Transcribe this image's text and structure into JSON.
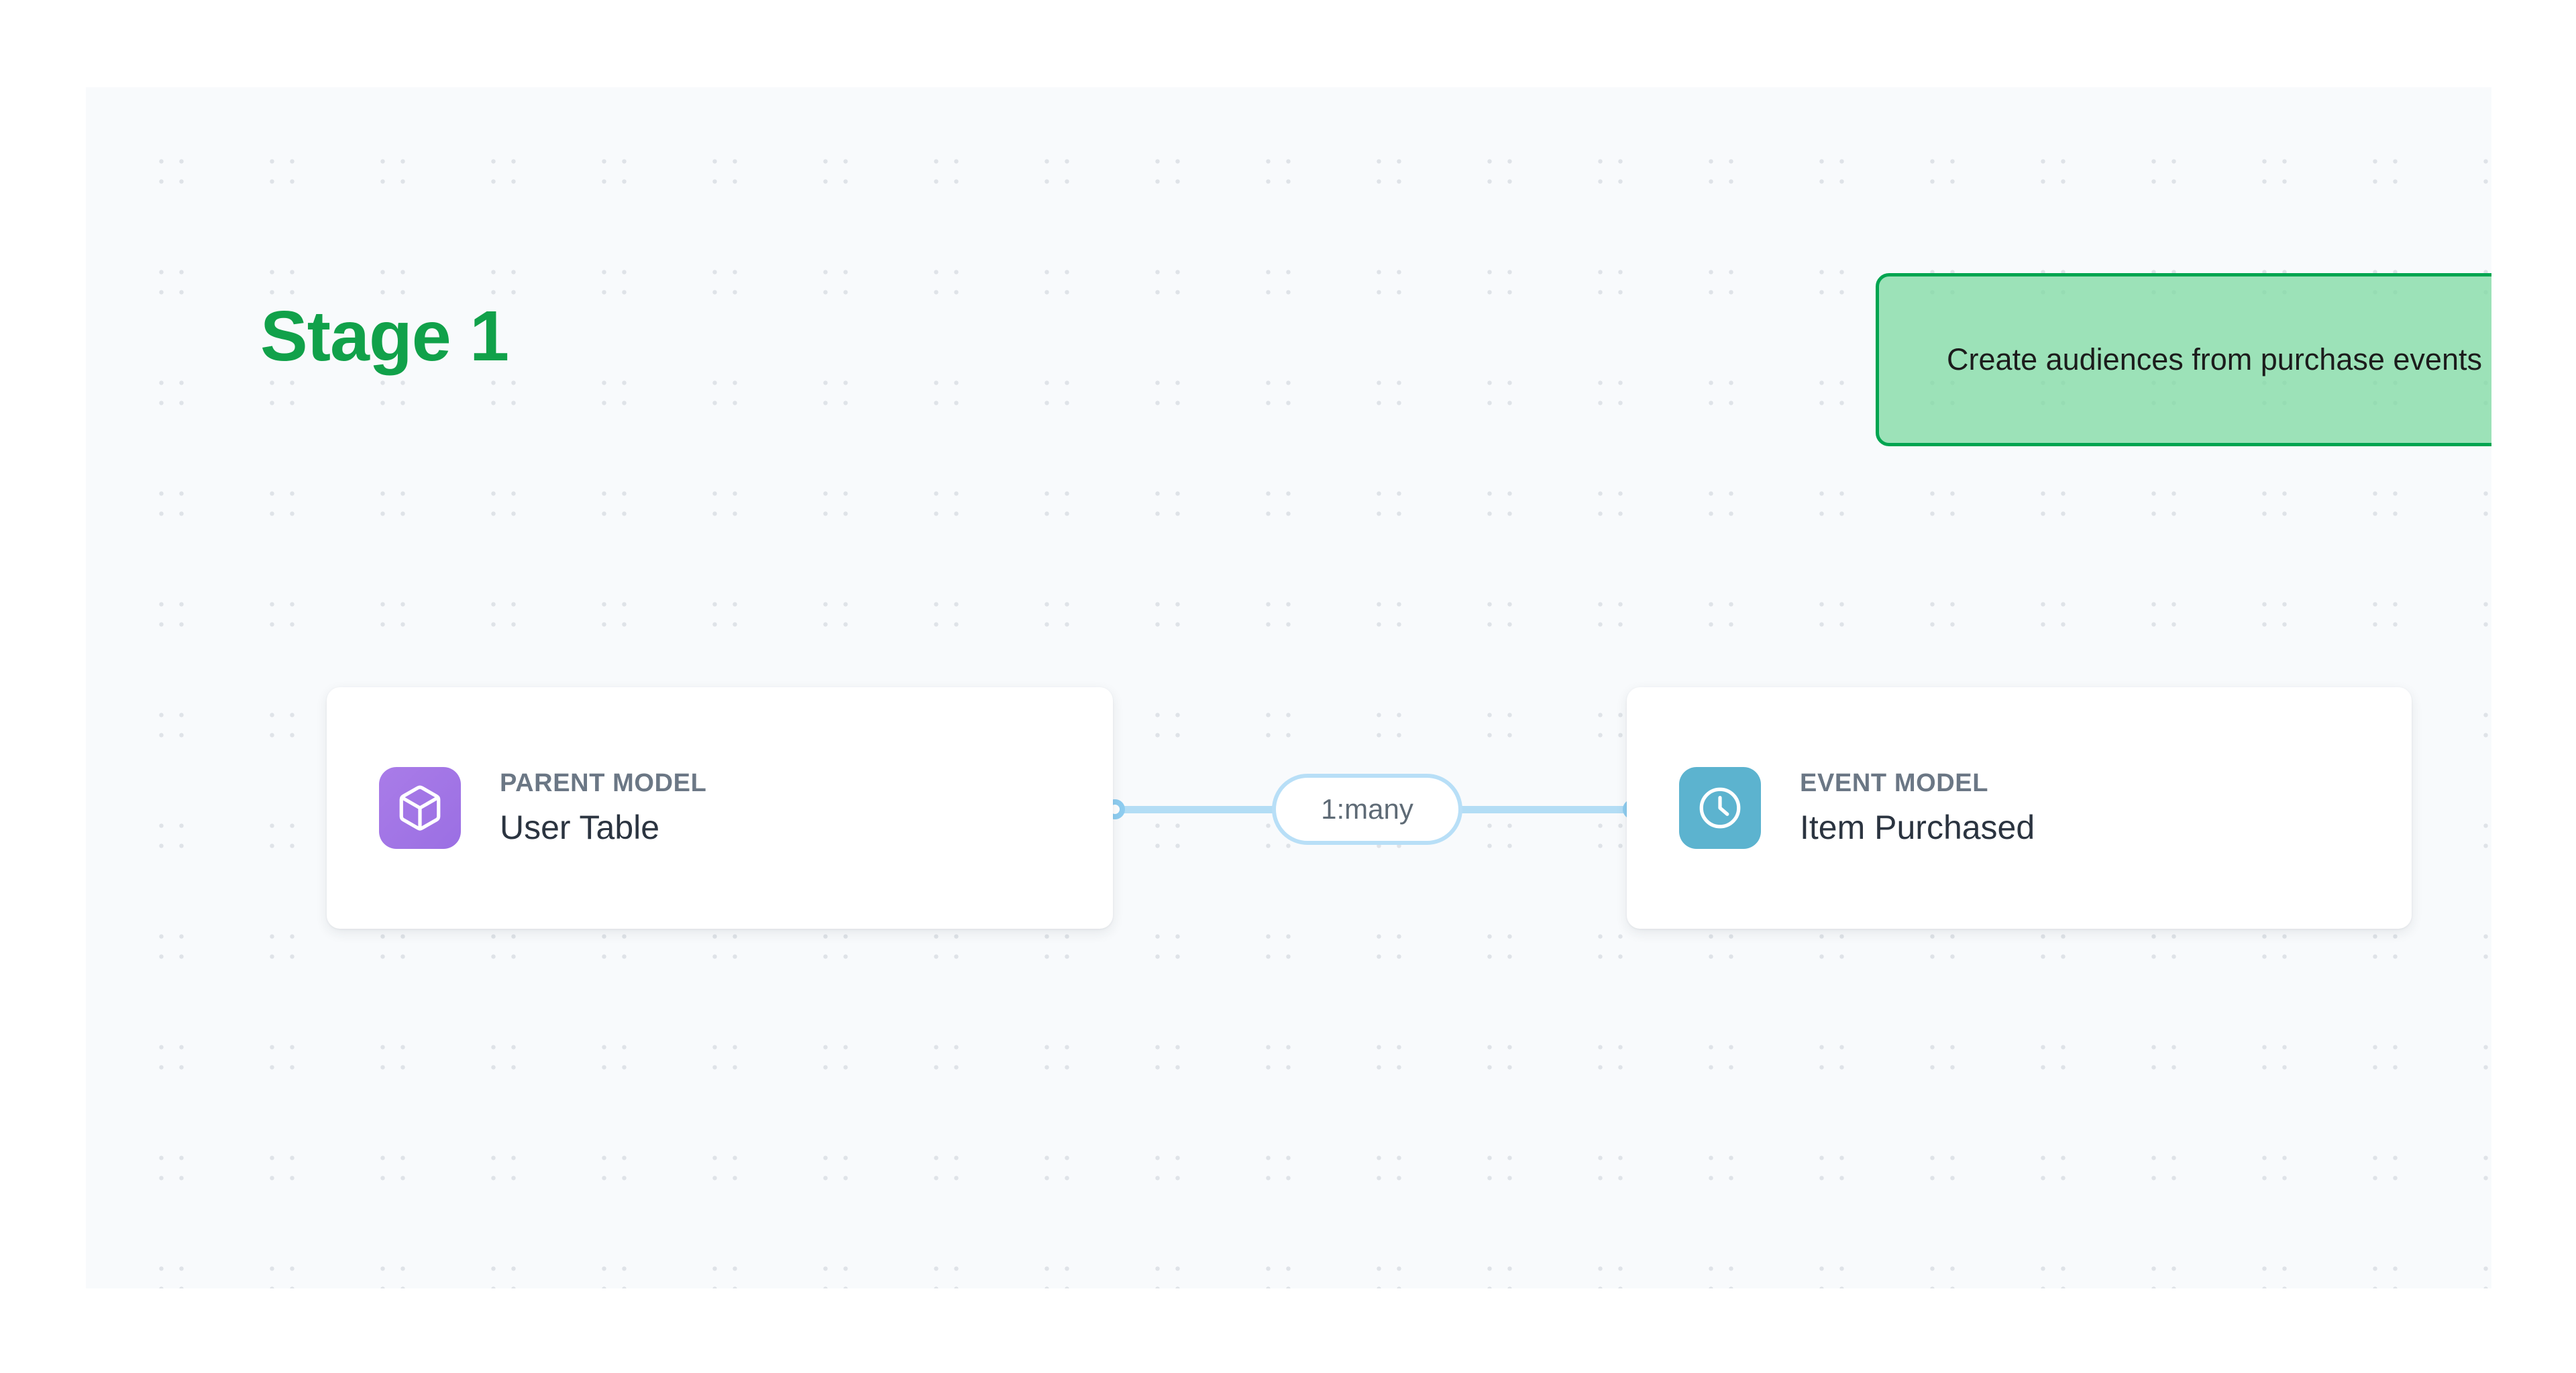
{
  "stage": {
    "title": "Stage 1",
    "title_color": "#11a14a"
  },
  "annotation": {
    "text": "Create audiences from purchase events",
    "fill_color": "#8fd9ab",
    "border_color": "#00a550"
  },
  "diagram": {
    "nodes": [
      {
        "id": "parent",
        "kicker": "PARENT MODEL",
        "title": "User Table",
        "icon": "cube-icon",
        "icon_color": "#9b6fe3"
      },
      {
        "id": "event",
        "kicker": "EVENT MODEL",
        "title": "Item Purchased",
        "icon": "clock-icon",
        "icon_color": "#5cb3cf"
      }
    ],
    "edge": {
      "label": "1:many",
      "color": "#b3ddf5",
      "source": "parent",
      "target": "event"
    }
  },
  "canvas": {
    "background_color": "#f8fafc",
    "dot_color": "#dfe3e8"
  }
}
